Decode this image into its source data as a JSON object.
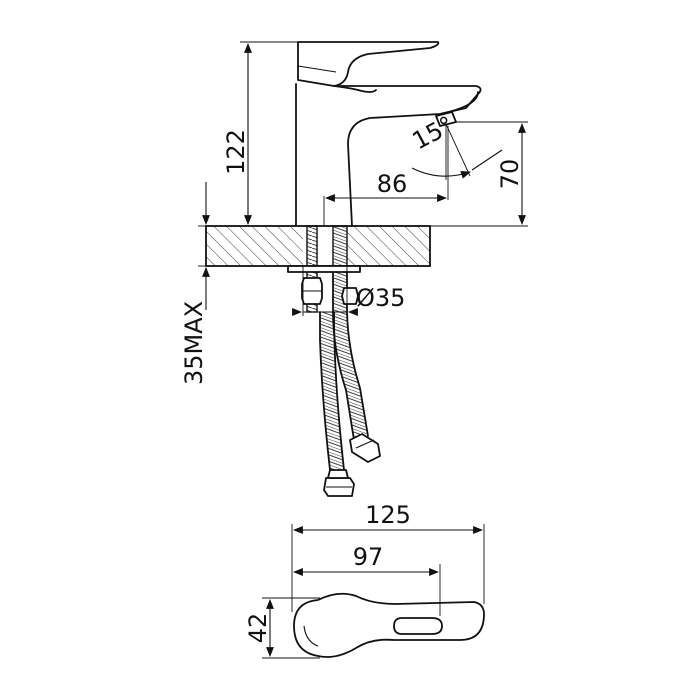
{
  "dimensions": {
    "total_height": "122",
    "spout_height": "70",
    "spout_reach": "86",
    "spout_angle": "15°",
    "hole_diameter": "Ø35",
    "max_deck_thickness": "35MAX",
    "top_overall_length": "125",
    "top_body_length": "97",
    "top_width": "42"
  }
}
